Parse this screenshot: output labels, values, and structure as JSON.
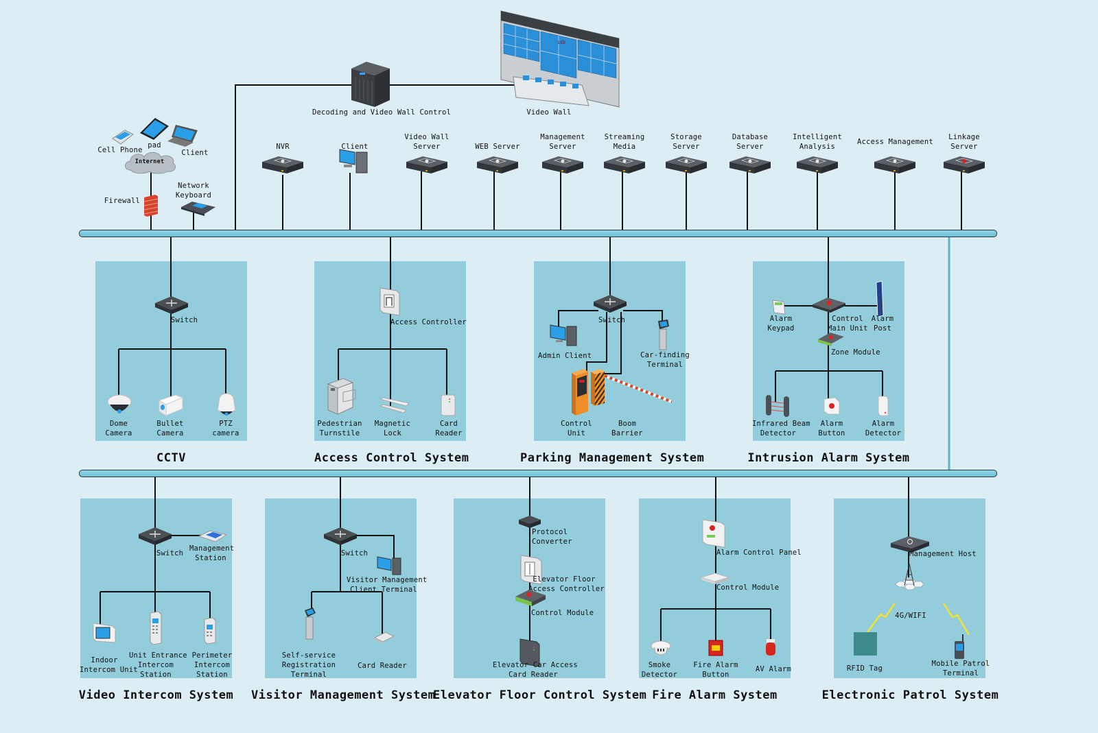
{
  "colors": {
    "background": "#dcedf3",
    "panel": "#93cddb",
    "bus": "#7cc8dc",
    "wire": "#111111",
    "link": "#5fb4cc"
  },
  "top": {
    "decoding": {
      "label": "Decoding and Video Wall Control",
      "icon": "decoder-chassis-icon"
    },
    "video_wall": {
      "label": "Video Wall",
      "icon": "video-wall-icon",
      "led_text": "LED"
    },
    "remote": {
      "cell_phone": "Cell Phone",
      "pad": "pad",
      "client": "Client",
      "internet": "Internet",
      "firewall": "Firewall",
      "network_keyboard": "Network\nKeyboard"
    },
    "servers": [
      {
        "label": "NVR",
        "icon": "nvr-icon"
      },
      {
        "label": "Client",
        "icon": "desktop-pc-icon"
      },
      {
        "label": "Video Wall\nServer",
        "icon": "tv-server-icon"
      },
      {
        "label": "WEB Server",
        "icon": "web-server-icon"
      },
      {
        "label": "Management\nServer",
        "icon": "management-server-icon"
      },
      {
        "label": "Streaming\nMedia",
        "icon": "film-reel-server-icon"
      },
      {
        "label": "Storage\nServer",
        "icon": "storage-server-icon"
      },
      {
        "label": "Database\nServer",
        "icon": "database-server-icon"
      },
      {
        "label": "Intelligent\nAnalysis",
        "icon": "analysis-server-icon"
      },
      {
        "label": "Access Management",
        "icon": "access-server-icon"
      },
      {
        "label": "Linkage\nServer",
        "icon": "linkage-server-icon"
      }
    ]
  },
  "systems": {
    "cctv": {
      "title": "CCTV",
      "switch": "Switch",
      "devices": [
        "Dome\nCamera",
        "Bullet\nCamera",
        "PTZ\ncamera"
      ]
    },
    "access": {
      "title": "Access Control System",
      "controller": "Access Controller",
      "devices": [
        "Pedestrian\nTurnstile",
        "Magnetic\nLock",
        "Card\nReader"
      ]
    },
    "parking": {
      "title": "Parking Management System",
      "switch": "Switch",
      "admin": "Admin Client",
      "terminal": "Car-finding\nTerminal",
      "control_unit": "Control\nUnit",
      "boom": "Boom\nBarrier"
    },
    "intrusion": {
      "title": "Intrusion Alarm System",
      "keypad": "Alarm\nKeypad",
      "main": "Control\nMain Unit",
      "post": "Alarm\nPost",
      "zone": "Zone Module",
      "devices": [
        "Infrared Beam\nDetector",
        "Alarm\nButton",
        "Alarm\nDetector"
      ]
    },
    "intercom": {
      "title": "Video Intercom System",
      "switch": "Switch",
      "station": "Management\nStation",
      "devices": [
        "Indoor\nIntercom Unit",
        "Unit Entrance\nIntercom\nStation",
        "Perimeter\nIntercom\nStation"
      ]
    },
    "visitor": {
      "title": "Visitor Management System",
      "switch": "Switch",
      "client": "Visitor Management\nClient Terminal",
      "kiosk": "Self-service\nRegistration\nTerminal",
      "reader": "Card Reader"
    },
    "elevator": {
      "title": "Elevator Floor Control System",
      "converter": "Protocol\nConverter",
      "controller": "Elevator Floor\nAccess Controller",
      "module": "Control Module",
      "reader": "Elevator Car Access\nCard Reader"
    },
    "fire": {
      "title": "Fire Alarm System",
      "panel": "Alarm Control Panel",
      "module": "Control Module",
      "devices": [
        "Smoke\nDetector",
        "Fire Alarm\nButton",
        "AV Alarm"
      ]
    },
    "patrol": {
      "title": "Electronic Patrol System",
      "host": "Management Host",
      "wireless": "4G/WIFI",
      "tag": "RFID Tag",
      "terminal": "Mobile Patrol\nTerminal"
    }
  }
}
